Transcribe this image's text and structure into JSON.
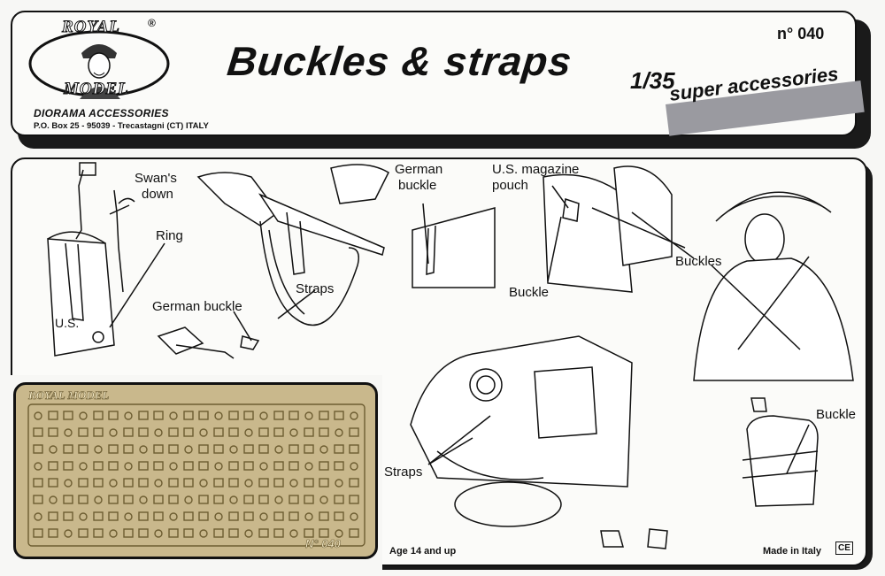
{
  "header": {
    "brand_top": "ROYAL",
    "brand_reg": "®",
    "brand_bottom": "MODEL",
    "subtitle": "DIORAMA ACCESSORIES",
    "address": "P.O. Box 25 - 95039 - Trecastagni (CT) ITALY",
    "title": "Buckles & straps",
    "product_number": "n° 040",
    "scale": "1/35",
    "tagline": "super accessories"
  },
  "labels": {
    "swans_down_1": "Swan's",
    "swans_down_2": "down",
    "ring": "Ring",
    "straps_rifle": "Straps",
    "german_buckle_1": "German buckle",
    "german_buckle_2a": "German",
    "german_buckle_2b": "buckle",
    "us_mag_a": "U.S. magazine",
    "us_mag_b": "pouch",
    "buckle_pouch": "Buckle",
    "buckles": "Buckles",
    "buckle_canteen": "Buckle",
    "straps_bottom": "Straps",
    "us_marking": "U.S."
  },
  "fret": {
    "brand": "ROYAL MODEL",
    "number": "N° 040"
  },
  "footer": {
    "age": "Age 14 and up",
    "made_in": "Made in Italy",
    "ce": "CE"
  },
  "colors": {
    "ink": "#111111",
    "paper": "#fbfbf9",
    "brass": "#c9b88c",
    "band": "#9a9aa0"
  }
}
